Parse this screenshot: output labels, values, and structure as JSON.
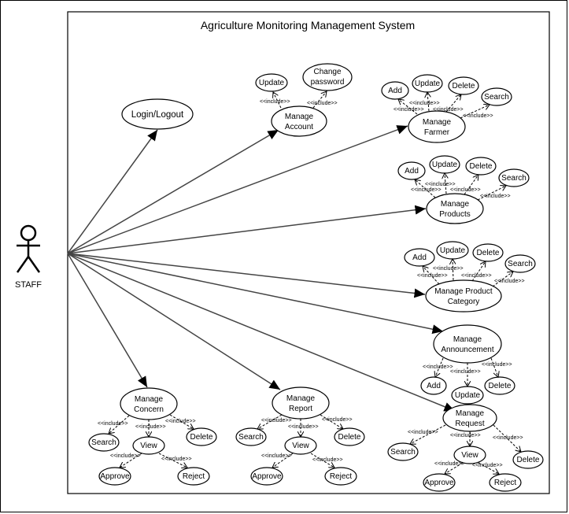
{
  "system": {
    "title": "Agriculture Monitoring Management System"
  },
  "actor": {
    "name": "STAFF"
  },
  "include_label": "<<include>>",
  "use_cases": {
    "login": "Login/Logout",
    "account": {
      "line1": "Manage",
      "line2": "Account",
      "update": "Update",
      "change1": "Change",
      "change2": "password"
    },
    "farmer": {
      "line1": "Manage",
      "line2": "Farmer",
      "add": "Add",
      "update": "Update",
      "delete": "Delete",
      "search": "Search"
    },
    "products": {
      "line1": "Manage",
      "line2": "Products",
      "add": "Add",
      "update": "Update",
      "delete": "Delete",
      "search": "Search"
    },
    "category": {
      "line1": "Manage Product",
      "line2": "Category",
      "add": "Add",
      "update": "Update",
      "delete": "Delete",
      "search": "Search"
    },
    "announcement": {
      "line1": "Manage",
      "line2": "Announcement",
      "add": "Add",
      "update": "Update",
      "delete": "Delete"
    },
    "concern": {
      "line1": "Manage",
      "line2": "Concern",
      "search": "Search",
      "view": "View",
      "delete": "Delete",
      "approve": "Approve",
      "reject": "Reject"
    },
    "report": {
      "line1": "Manage",
      "line2": "Report",
      "search": "Search",
      "view": "View",
      "delete": "Delete",
      "approve": "Approve",
      "reject": "Reject"
    },
    "request": {
      "line1": "Manage",
      "line2": "Request",
      "search": "Search",
      "view": "View",
      "delete": "Delete",
      "approve": "Approve",
      "reject": "Reject"
    }
  }
}
